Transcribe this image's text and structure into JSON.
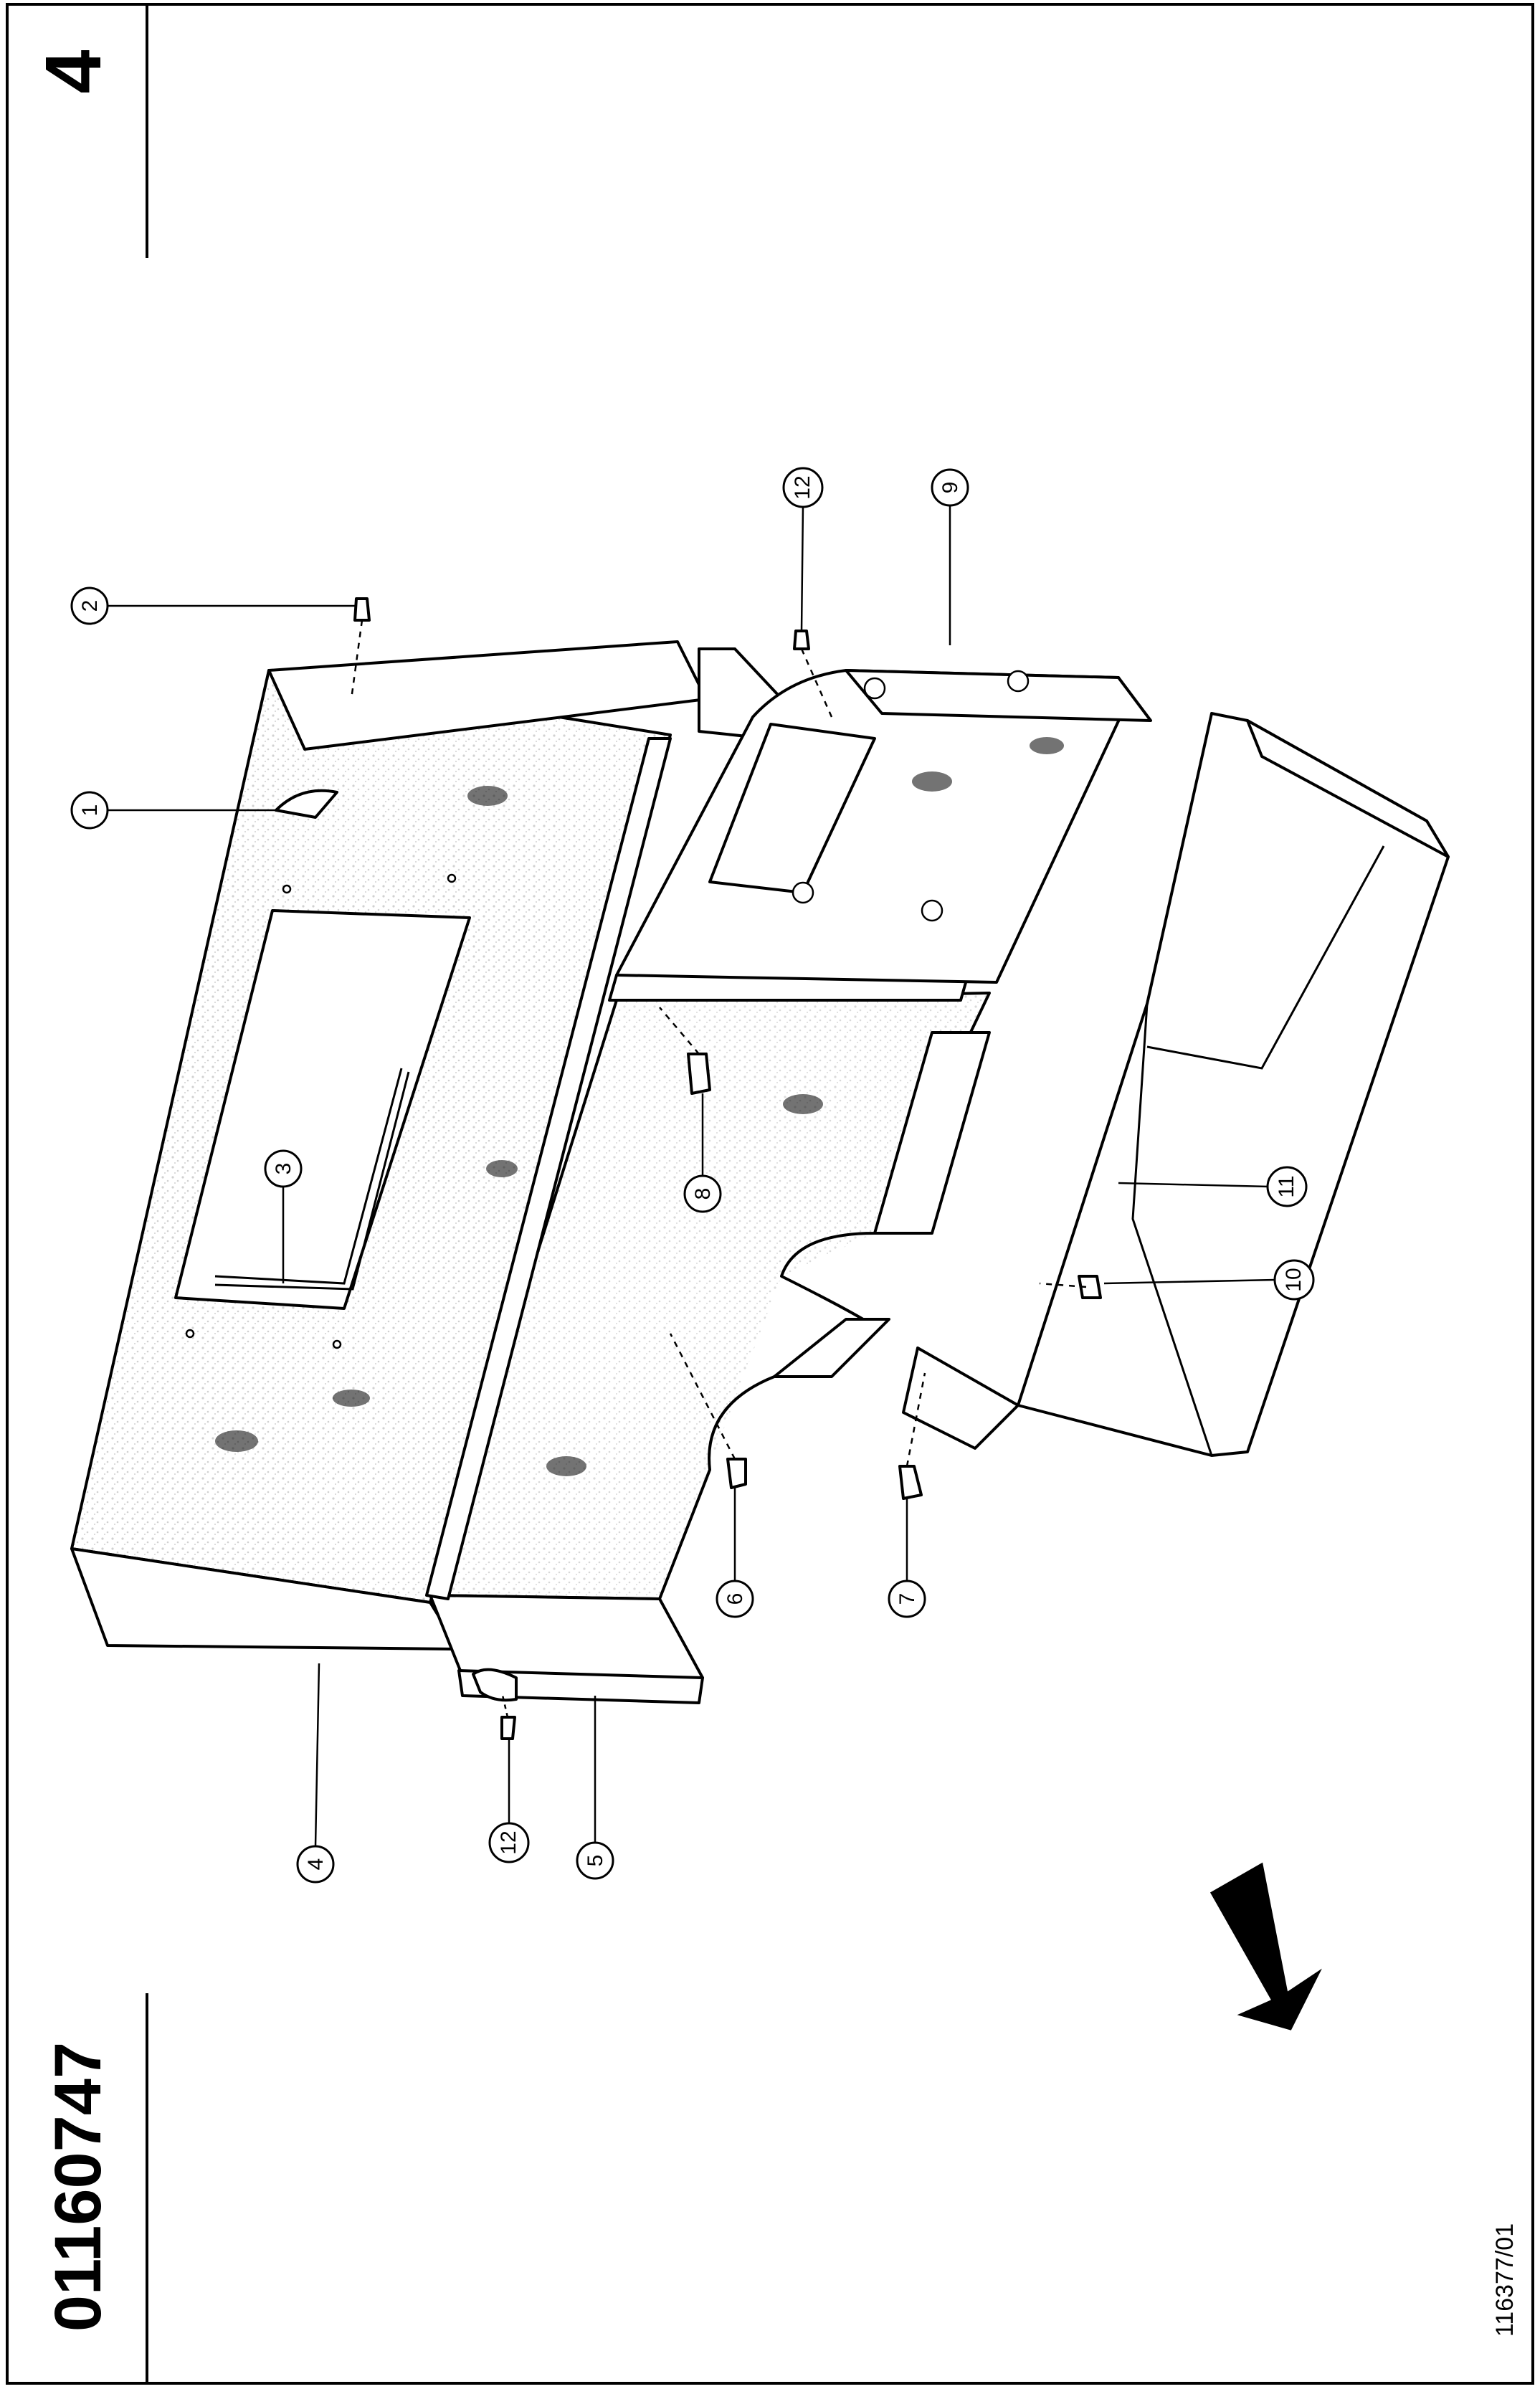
{
  "sheet": {
    "part_number": "01160747",
    "page_number": "4",
    "drawing_id": "116377/01"
  },
  "callouts": [
    {
      "id": "c1",
      "label": "1"
    },
    {
      "id": "c2",
      "label": "2"
    },
    {
      "id": "c3",
      "label": "3"
    },
    {
      "id": "c4",
      "label": "4"
    },
    {
      "id": "c5",
      "label": "5"
    },
    {
      "id": "c6",
      "label": "6"
    },
    {
      "id": "c7",
      "label": "7"
    },
    {
      "id": "c8",
      "label": "8"
    },
    {
      "id": "c9",
      "label": "9"
    },
    {
      "id": "c10",
      "label": "10"
    },
    {
      "id": "c11",
      "label": "11"
    },
    {
      "id": "c12a",
      "label": "12"
    },
    {
      "id": "c12b",
      "label": "12"
    }
  ],
  "colors": {
    "line": "#000000",
    "background": "#ffffff"
  }
}
